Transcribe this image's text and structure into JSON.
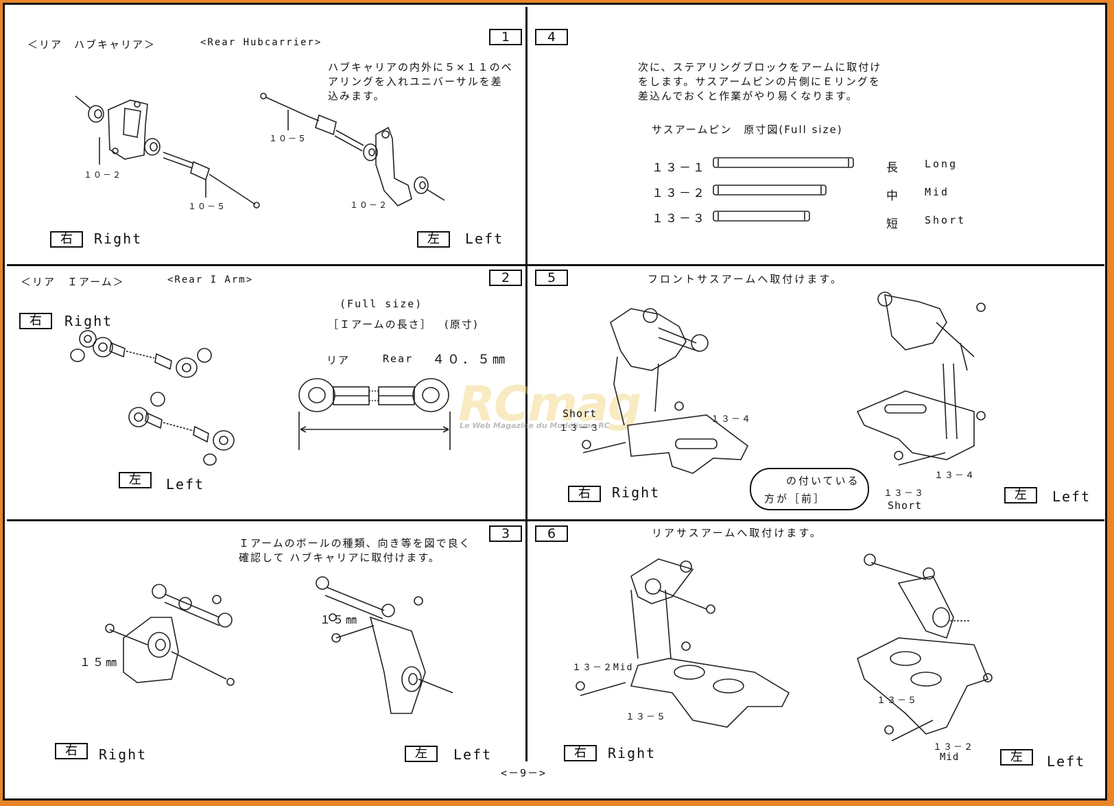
{
  "labels": {
    "right": "Right",
    "left": "Left",
    "right_kanji": "右",
    "left_kanji": "左"
  },
  "page_number": "<－9－>",
  "watermark": {
    "logo": "RCmag",
    "tagline": "Le Web Magazine du Modélisme RC"
  },
  "section1": {
    "number": "1",
    "title_jp": "＜リア　ハブキャリア＞",
    "title_en": "<Rear Hubcarrier>",
    "instruction": "ハブキャリアの内外に５×１１のベアリングを入れユニバーサルを差込みます。",
    "parts": {
      "hub_right": "１０－２",
      "shaft_right": "１０－５",
      "shaft_left": "１０－５",
      "hub_left": "１０－２"
    }
  },
  "section2": {
    "number": "2",
    "title_jp": "＜リア　Ｉアーム＞",
    "title_en": "<Rear I Arm>",
    "full_size": "(Full size)",
    "length_jp": "［Ｉアームの長さ］",
    "genzun": "(原寸)",
    "rear_jp": "リア",
    "rear_en": "Rear",
    "length_value": "４０．５㎜"
  },
  "section3": {
    "number": "3",
    "instruction": "Ｉアームのボールの種類、向き等を図で良く確認して ハブキャリアに取付けます。",
    "dim_right": "１５㎜",
    "dim_left": "１５㎜"
  },
  "section4": {
    "number": "4",
    "instruction": "次に、ステアリングブロックをアームに取付けをします。サスアームピンの片側にＥリングを差込んでおくと作業がやり易くなります。",
    "pin_title": "サスアームピン　原寸図(Full size)",
    "pins": [
      {
        "code": "１３－１",
        "kanji": "長",
        "en": "Long"
      },
      {
        "code": "１３－２",
        "kanji": "中",
        "en": "Mid"
      },
      {
        "code": "１３－３",
        "kanji": "短",
        "en": "Short"
      }
    ]
  },
  "section5": {
    "number": "5",
    "instruction": "フロントサスアームへ取付けます。",
    "right_short": "Short",
    "right_code_a": "１３－３",
    "right_code_b": "１３－４",
    "left_code_a": "１３－４",
    "left_code_b": "１３－３",
    "left_short": "Short",
    "note_1": "の付いている",
    "note_2": "方が［前］"
  },
  "section6": {
    "number": "6",
    "instruction": "リアサスアームへ取付けます。",
    "right_code_mid": "１３－２Mid",
    "right_code_b": "１３－５",
    "left_code_a": "１３－５",
    "left_code_b": "１３－２",
    "left_mid": "Mid",
    "left_label": "Left"
  }
}
